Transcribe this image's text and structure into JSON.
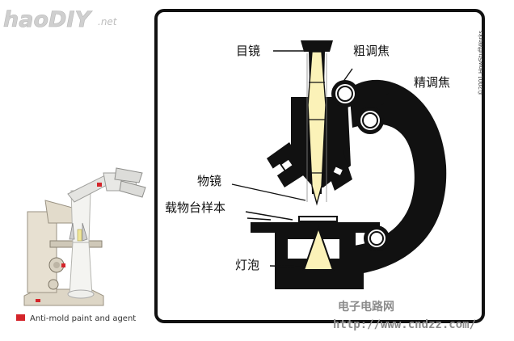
{
  "site_logo": {
    "text": "haoDIY",
    "suffix": ".net"
  },
  "diagram": {
    "labels": {
      "eyepiece": "目镜",
      "coarse_focus": "粗调焦",
      "fine_focus": "精调焦",
      "objective": "物镜",
      "stage": "载物台样本",
      "lamp": "灯泡"
    },
    "copyright": "©2001 HowStuffWorks"
  },
  "inset": {
    "legend": "Anti-mold paint and agent",
    "legend_color": "#d4242a"
  },
  "watermark": {
    "title": "电子电路网",
    "url": "http://www.cndzz.com/"
  },
  "colors": {
    "frame": "#111111",
    "optic_fill": "#fbf2b8",
    "inset_body": "#e6dfd0",
    "watermark": "#8c8c8c"
  }
}
